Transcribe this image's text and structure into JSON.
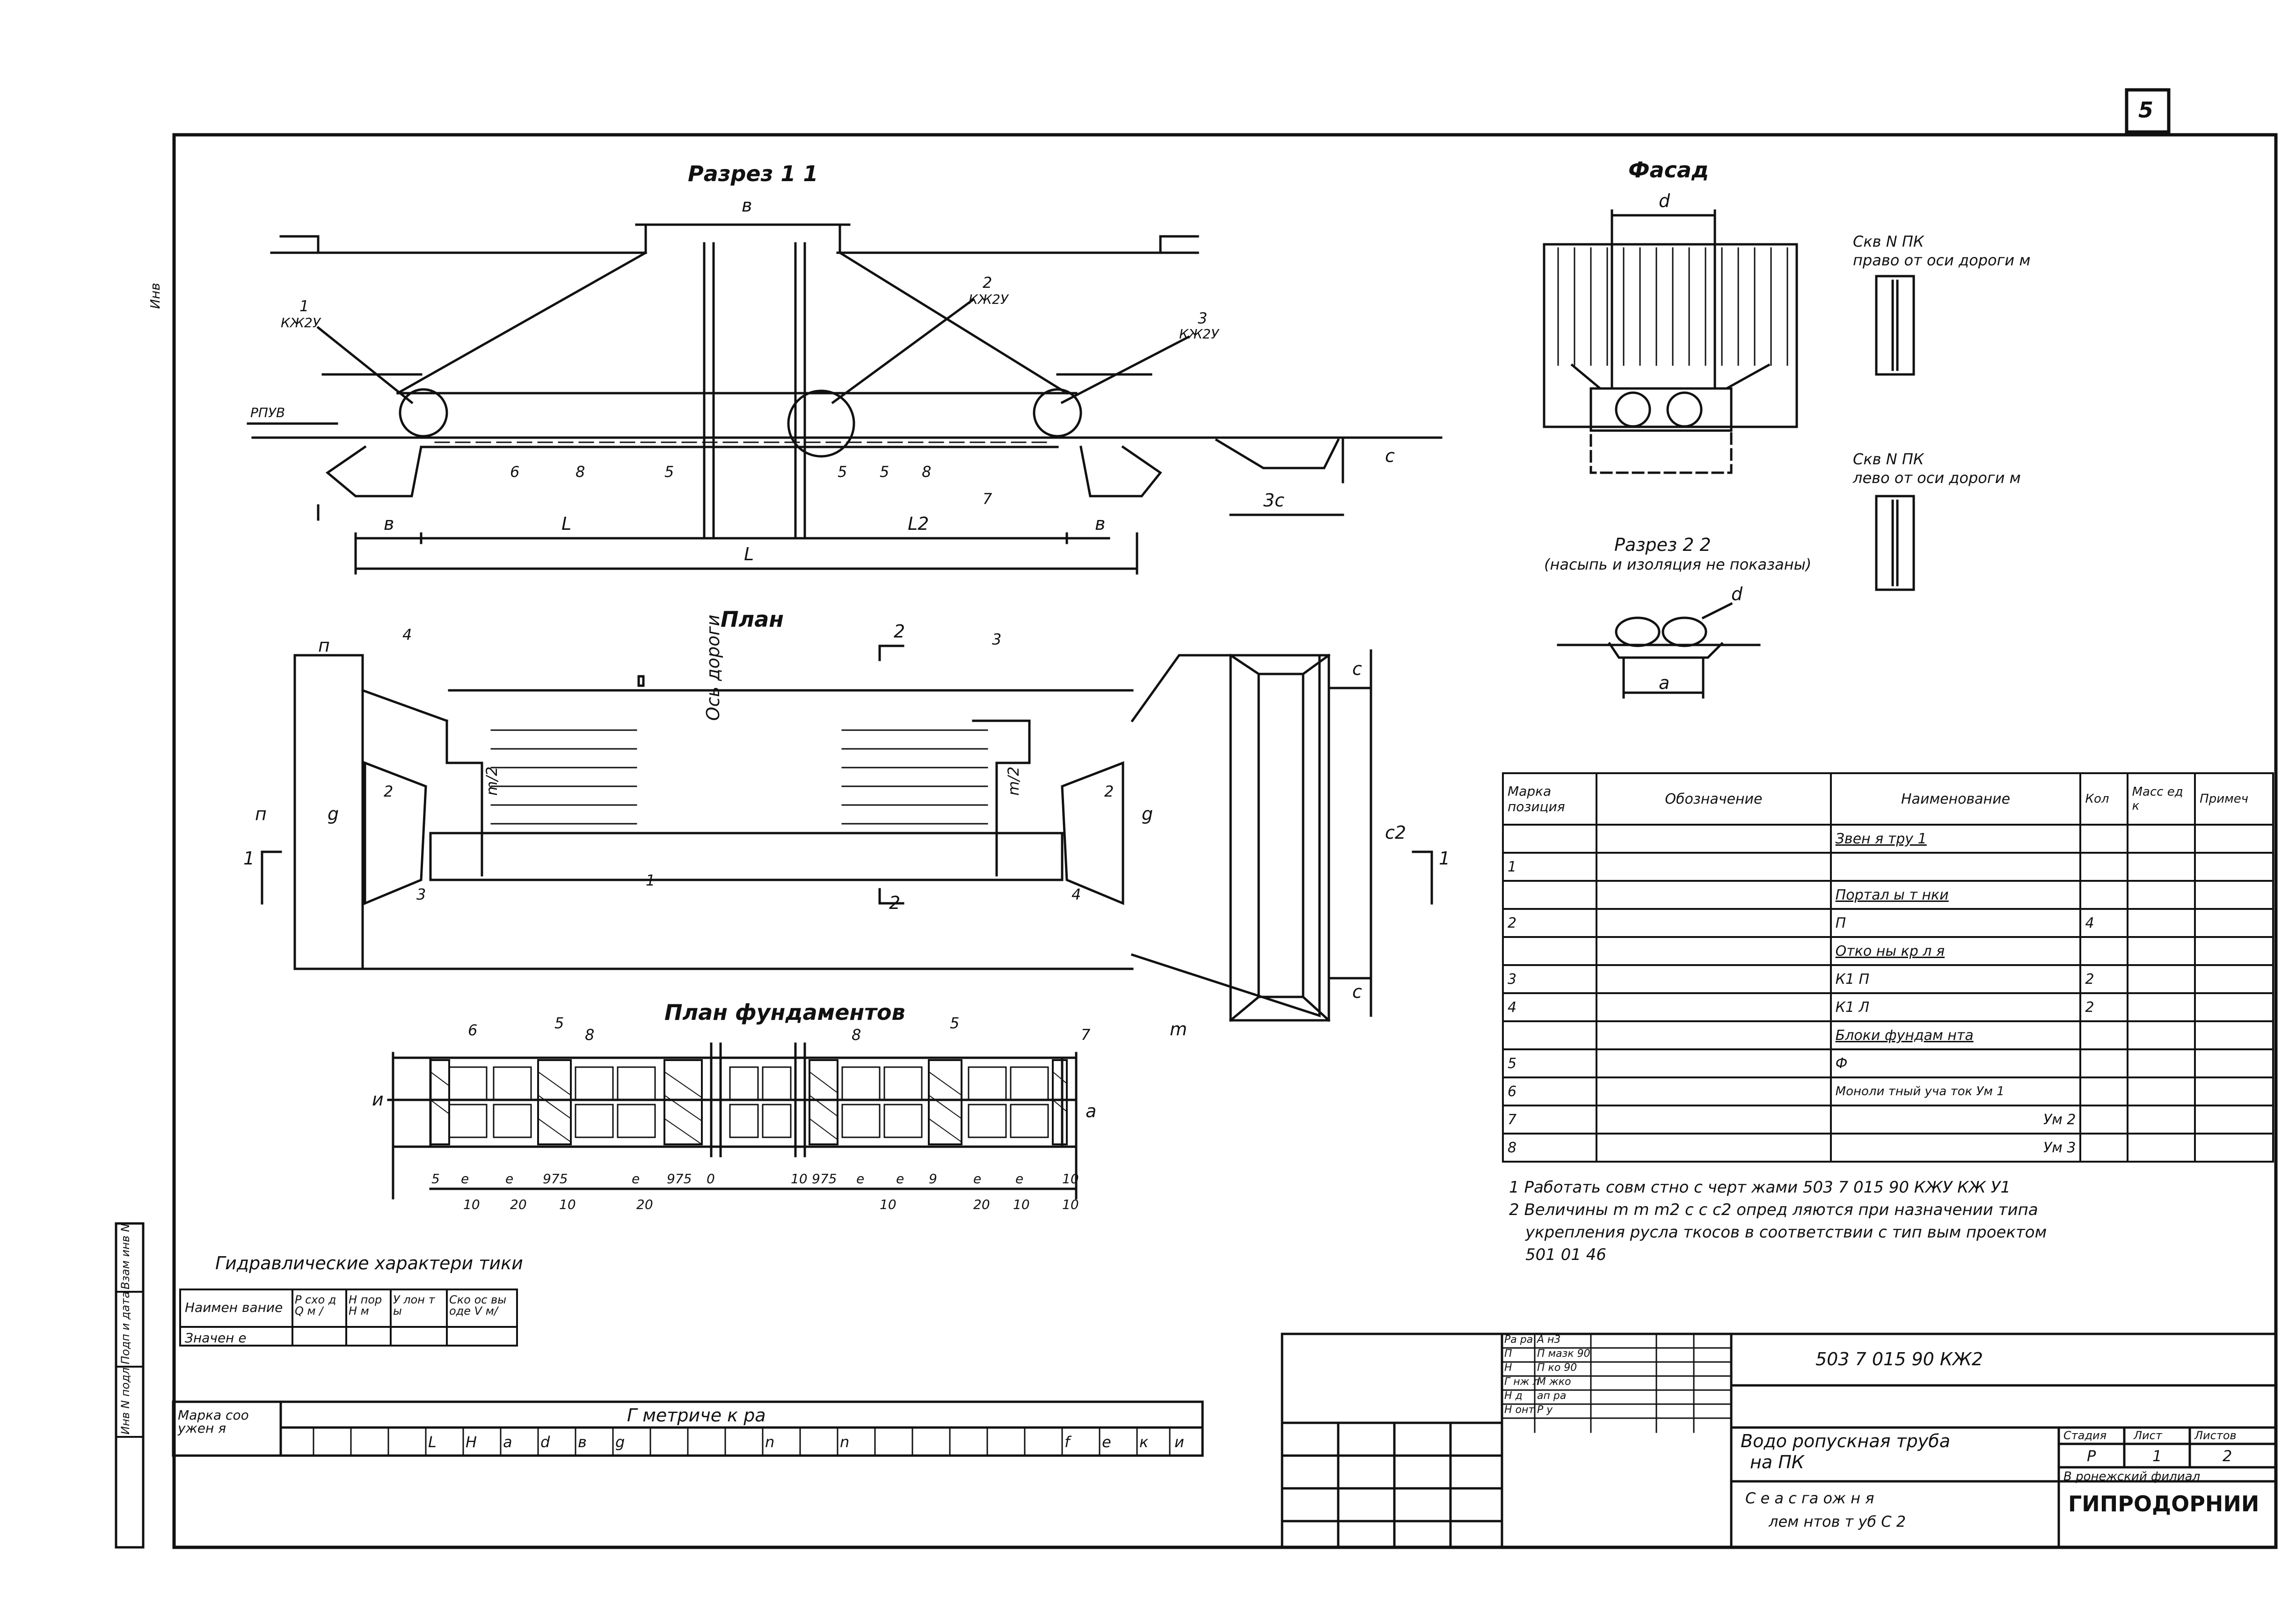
{
  "sheet_number": "5",
  "left_margin_label": "Инв",
  "views": {
    "section11_title": "Разрез 1 1",
    "facade_title": "Фасад",
    "plan_title": "План",
    "foundation_plan_title": "План фундаментов",
    "section22_title": "Разрез 2 2",
    "section22_note": "(насыпь и изоляция не показаны)"
  },
  "section11": {
    "dim_top": "в",
    "callouts": [
      "1",
      "КЖ2У",
      "2",
      "КЖ2У",
      "3",
      "КЖ2У"
    ],
    "rpuv": "РПУВ",
    "dims_bottom": [
      "в",
      "L",
      "L2",
      "в",
      "L"
    ],
    "hatch_labels": [
      "6",
      "5",
      "5",
      "8",
      "8",
      "5",
      "7"
    ],
    "side_dims": [
      "с",
      "3с"
    ]
  },
  "facade": {
    "dim": "d"
  },
  "skv_right": {
    "line1": "Скв N     ПК",
    "line2": "право от оси дороги   м"
  },
  "skv_left": {
    "line1": "Скв N     ПК",
    "line2": "лево от оси дороги   м"
  },
  "section22": {
    "d": "d",
    "a": "a"
  },
  "plan": {
    "axis": "Ось дороги",
    "cut_marks": [
      "1",
      "1",
      "2",
      "2"
    ],
    "labels": [
      "п",
      "п",
      "4",
      "3",
      "2",
      "2",
      "3",
      "4",
      "1",
      "g",
      "g",
      "m/2",
      "m/2",
      "с",
      "с2",
      "с",
      "m"
    ]
  },
  "foundation": {
    "top_labels": [
      "6",
      "5",
      "8",
      "8",
      "5",
      "7"
    ],
    "side": [
      "и",
      "a"
    ],
    "bottom_dims": [
      "5",
      "е",
      "е",
      "975",
      "е",
      "975",
      "0",
      "10",
      "975",
      "е",
      "е",
      "9",
      "е",
      "е",
      "10"
    ],
    "bottom_dims2": [
      "10",
      "20",
      "10",
      "20",
      "10",
      "20",
      "10",
      "10"
    ]
  },
  "spec_table": {
    "headers": [
      "Марка позиция",
      "Обозначение",
      "Наименование",
      "Кол",
      "Масс ед к",
      "Примеч"
    ],
    "rows": [
      [
        "",
        "",
        "Звен я тру  1",
        "",
        "",
        ""
      ],
      [
        "1",
        "",
        "",
        "",
        "",
        ""
      ],
      [
        "",
        "",
        "Портал  ы    т нки",
        "",
        "",
        ""
      ],
      [
        "2",
        "",
        "П",
        "4",
        "",
        ""
      ],
      [
        "",
        "",
        "Отко  ны  кр  л я",
        "",
        "",
        ""
      ],
      [
        "3",
        "",
        "К1     П",
        "2",
        "",
        ""
      ],
      [
        "4",
        "",
        "К1     Л",
        "2",
        "",
        ""
      ],
      [
        "",
        "",
        "Блоки  фундам  нта",
        "",
        "",
        ""
      ],
      [
        "5",
        "",
        "Ф",
        "",
        "",
        ""
      ],
      [
        "6",
        "",
        "Моноли тный уча ток Ум 1",
        "",
        "",
        ""
      ],
      [
        "7",
        "",
        "Ум 2",
        "",
        "",
        ""
      ],
      [
        "8",
        "",
        "Ум 3",
        "",
        "",
        ""
      ]
    ]
  },
  "notes": [
    "1  Работать совм стно  с   черт жами   503 7 015 90 КЖУ   КЖ У1",
    "2  Величины  m   m   m2   с  с   с2  опред ляются при назначении типа",
    "укрепления  русла   ткосов  в  соответствии  с тип вым  проектом",
    "501  01  46"
  ],
  "hydraulics": {
    "title": "Гидравлические  характери тики",
    "headers": [
      "Наимен вание",
      "Р схо д Q м /",
      "Н пор Н м",
      "У лон т ы",
      "Ско ос вы оде V м/"
    ],
    "row_label": "Значен е"
  },
  "geom_table": {
    "mark": "Марка соо ужен я",
    "title": "Г    метриче  к        ра",
    "cols": [
      "L",
      "Н",
      "a",
      "d",
      "в",
      "g",
      "",
      "",
      "n",
      "",
      "n",
      "",
      "",
      "",
      "",
      "f",
      "е",
      "к",
      "и"
    ]
  },
  "title_block": {
    "code": "503  7  015 90  КЖ2",
    "roles": [
      [
        "Ра ра",
        "А   н3"
      ],
      [
        "П",
        "П мазк  90"
      ],
      [
        "Н",
        "П  ко  90"
      ],
      [
        "Г  нж  л",
        "М жко"
      ],
      [
        "Н    д",
        "ап  ра"
      ],
      [
        "Н  онт ",
        "Р     у"
      ]
    ],
    "name1": "Водо ропускная  труба",
    "name2": "на  ПК",
    "sheet_desc1": "С е  а    с  га ож н я",
    "sheet_desc2": "лем  нтов  т  уб  С 2",
    "stage_head": "Стадия",
    "sheet_head": "Лист",
    "sheets_head": "Листов",
    "stage": "Р",
    "sheet": "1",
    "sheets": "2",
    "org1": "В ронежский филиал",
    "org2": "ГИПРОДОРНИИ"
  },
  "left_strip": [
    "Взам инв N",
    "Подп и дата",
    "Инв N подл"
  ]
}
